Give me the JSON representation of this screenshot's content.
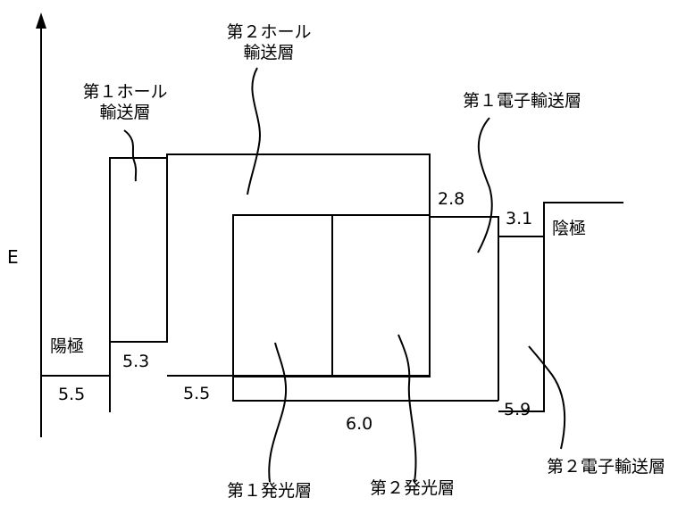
{
  "axis": {
    "label": "E"
  },
  "layers": {
    "hole_transport_1": [
      "第１ホール",
      "輸送層"
    ],
    "hole_transport_2": [
      "第２ホール",
      "輸送層"
    ],
    "electron_transport_1": "第１電子輸送層",
    "electron_transport_2": "第２電子輸送層",
    "emitting_1": "第１発光層",
    "emitting_2": "第２発光層",
    "anode": "陽極",
    "cathode": "陰極"
  },
  "energy_values": {
    "anode": "5.5",
    "htl1_homo": "5.3",
    "htl2_homo": "5.5",
    "eml_homo": "6.0",
    "etl1_lumo": "2.8",
    "etl2_lumo": "3.1",
    "etl2_homo": "5.9"
  }
}
